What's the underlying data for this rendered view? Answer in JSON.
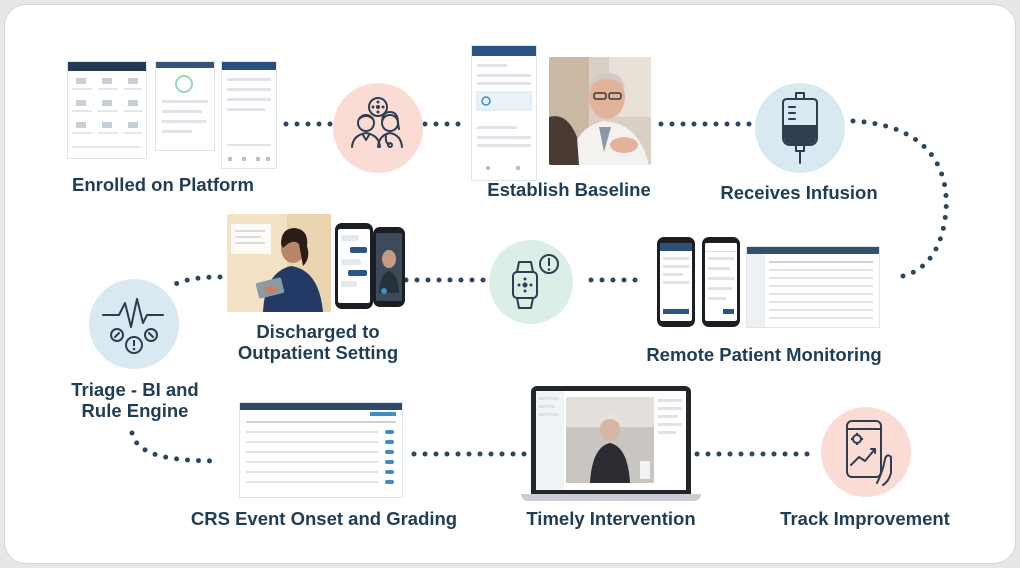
{
  "steps": {
    "enrolled": "Enrolled on Platform",
    "baseline": "Establish Baseline",
    "infusion": "Receives Infusion",
    "discharged_line1": "Discharged to",
    "discharged_line2": "Outpatient Setting",
    "rpm": "Remote Patient Monitoring",
    "triage_line1": "Triage - BI and",
    "triage_line2": "Rule Engine",
    "crs": "CRS Event Onset and Grading",
    "intervention": "Timely Intervention",
    "track": "Track Improvement"
  },
  "icons": {
    "care_team": "care-team-icon",
    "infusion": "iv-bag-icon",
    "wearable": "smartwatch-alert-icon",
    "triage": "vital-signs-alert-icon",
    "track": "phone-chart-icon"
  },
  "colors": {
    "label_text": "#1f3d55",
    "connector_dots": "#2c4560",
    "pink_circle": "#fbdcd5",
    "blue_circle": "#d9e9f2",
    "green_circle": "#dcefe6"
  }
}
